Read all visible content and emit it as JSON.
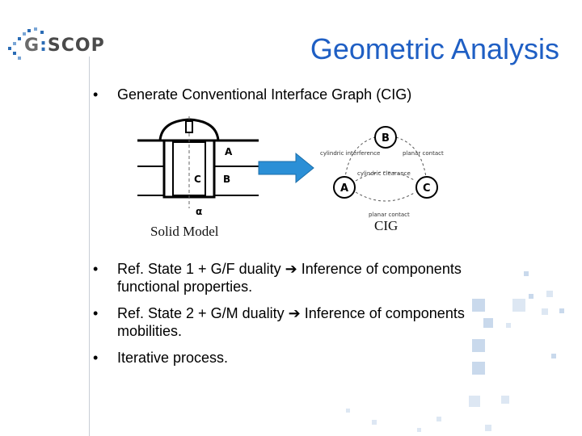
{
  "logo": {
    "text_g": "G",
    "text_rest": "SCOP"
  },
  "title": "Geometric Analysis",
  "bullets": {
    "b1": "Generate Conventional Interface Graph (CIG)",
    "b2_a": "Ref. State 1 + G/F duality ",
    "b2_b": " Inference of components functional properties.",
    "b3_a": "Ref. State 2 + G/M duality ",
    "b3_b": " Inference of components mobilities.",
    "b4": "Iterative process.",
    "marker": "•",
    "arrow": "➔"
  },
  "solid_model": {
    "caption": "Solid Model",
    "labels": {
      "a": "A",
      "b": "B",
      "c": "C",
      "alpha": "α"
    }
  },
  "cig": {
    "caption": "CIG",
    "nodes": {
      "a": "A",
      "b": "B",
      "c": "C"
    },
    "edges": {
      "ba": "cylindric interference",
      "bc": "planar contact",
      "ac_top": "cylindric clearance",
      "ac_bottom": "planar contact"
    }
  },
  "colors": {
    "title": "#1f5fc4",
    "arrow": "#2b8fd6",
    "squares": "#c9d9ec"
  }
}
